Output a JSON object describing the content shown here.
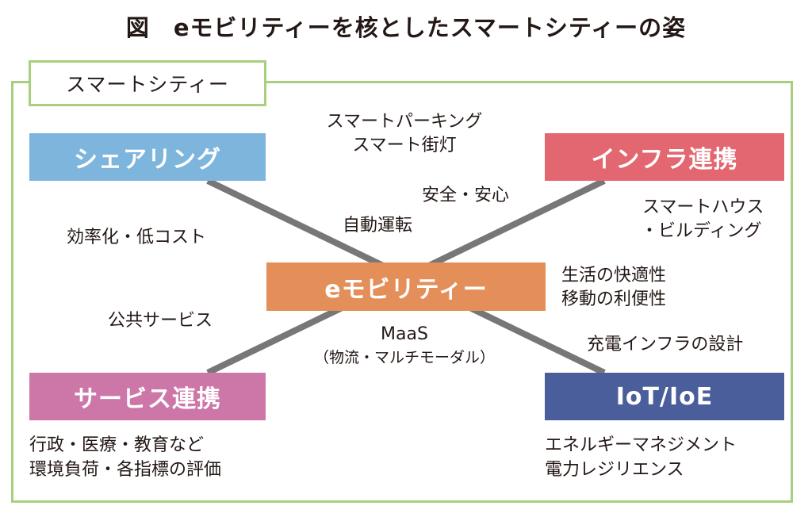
{
  "title": "図　eモビリティーを核としたスマートシティーの姿",
  "frame_label": "スマートシティー",
  "colors": {
    "frame": "#a8cf7e",
    "sharing": "#7db5dd",
    "infra": "#e36770",
    "emobility": "#e48f59",
    "service": "#cd77a9",
    "iot": "#4b5e9c",
    "connector": "#777777"
  },
  "nodes": {
    "sharing": "シェアリング",
    "infra": "インフラ連携",
    "emobility": "eモビリティー",
    "service": "サービス連携",
    "iot": "IoT/IoE"
  },
  "labels": {
    "parking": "スマートパーキング",
    "streetlight": "スマート街灯",
    "safety": "安全・安心",
    "autodrive": "自動運転",
    "efficiency": "効率化・低コスト",
    "smarthouse": "スマートハウス",
    "building": "・ビルディング",
    "comfort": "生活の快適性",
    "mobility": "移動の利便性",
    "public": "公共サービス",
    "maas": "MaaS",
    "maas_detail": "（物流・マルチモーダル）",
    "charging": "充電インフラの設計",
    "gov_line1": "行政・医療・教育など",
    "gov_line2": "環境負荷・各指標の評価",
    "energy_line1": "エネルギーマネジメント",
    "energy_line2": "電力レジリエンス"
  }
}
